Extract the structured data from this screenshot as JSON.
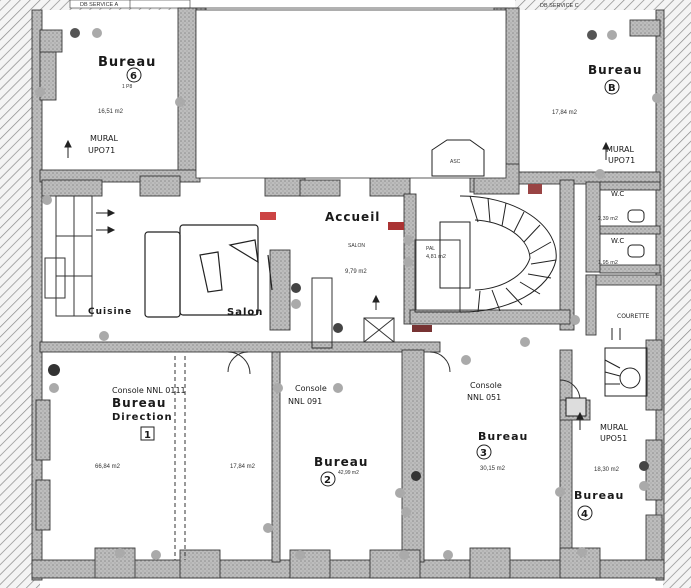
{
  "plan": {
    "top_labels": [
      "DB SERVICE A",
      "DB SERVICE C"
    ],
    "rooms": [
      {
        "id": "bureau6",
        "name": "Bureau",
        "number": "6",
        "area": "16,51 m2",
        "note": "1 P8"
      },
      {
        "id": "bureaub",
        "name": "Bureau",
        "number": "B",
        "area": "17,84 m2"
      },
      {
        "id": "accueil",
        "name": "Accueil",
        "area": "9,79 m2",
        "note": "SALON"
      },
      {
        "id": "salon",
        "name": "Salon"
      },
      {
        "id": "cuisine",
        "name": "Cuisine"
      },
      {
        "id": "pal",
        "name": "PAL",
        "area": "4,81 m2"
      },
      {
        "id": "wc1",
        "name": "W.C",
        "area": "2,39 m2"
      },
      {
        "id": "wc2",
        "name": "W.C",
        "area": "1,95 m2"
      },
      {
        "id": "courette",
        "name": "COURETTE"
      },
      {
        "id": "asc",
        "name": "ASC"
      },
      {
        "id": "bureau1",
        "name": "Bureau",
        "sub": "Direction",
        "number": "1",
        "area": "66,84 m2"
      },
      {
        "id": "bureau1b",
        "area": "17,84 m2"
      },
      {
        "id": "bureau2",
        "name": "Bureau",
        "number": "2",
        "area": "42,99 m2"
      },
      {
        "id": "bureau3",
        "name": "Bureau",
        "number": "3",
        "area": "30,15 m2"
      },
      {
        "id": "bureau4",
        "name": "Bureau",
        "number": "4",
        "area": "18,30 m2"
      }
    ],
    "notes": [
      {
        "id": "mural1",
        "lines": [
          "MURAL",
          "UPO71"
        ]
      },
      {
        "id": "mural2",
        "lines": [
          "MURAL",
          "UPO71"
        ]
      },
      {
        "id": "mural3",
        "lines": [
          "MURAL",
          "UPO51"
        ]
      },
      {
        "id": "console1",
        "lines": [
          "Console NNL 0111"
        ]
      },
      {
        "id": "console2",
        "lines": [
          "Console",
          "NNL 091"
        ]
      },
      {
        "id": "console3",
        "lines": [
          "Console",
          "NNL 051"
        ]
      }
    ]
  }
}
